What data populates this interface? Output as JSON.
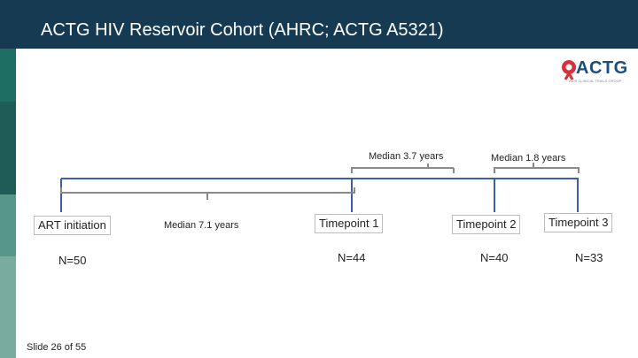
{
  "header": {
    "title": "ACTG HIV Reservoir Cohort (AHRC; ACTG A5321)"
  },
  "logo": {
    "text": "ACTG",
    "subtitle": "AIDS CLINICAL TRIALS GROUP"
  },
  "colors": {
    "header_bg": "#163a52",
    "line": "#3d5ea8",
    "bracket": "#8a8a8a"
  },
  "timeline": {
    "intervals": [
      {
        "label": "Median 7.1 years"
      },
      {
        "label": "Median 3.7 years"
      },
      {
        "label": "Median 1.8 years"
      }
    ],
    "milestones": [
      {
        "label": "ART initiation",
        "n": "N=50"
      },
      {
        "label": "Timepoint 1",
        "n": "N=44"
      },
      {
        "label": "Timepoint 2",
        "n": "N=40"
      },
      {
        "label": "Timepoint 3",
        "n": "N=33"
      }
    ]
  },
  "footer": {
    "slide_number": "Slide 26 of 55"
  }
}
